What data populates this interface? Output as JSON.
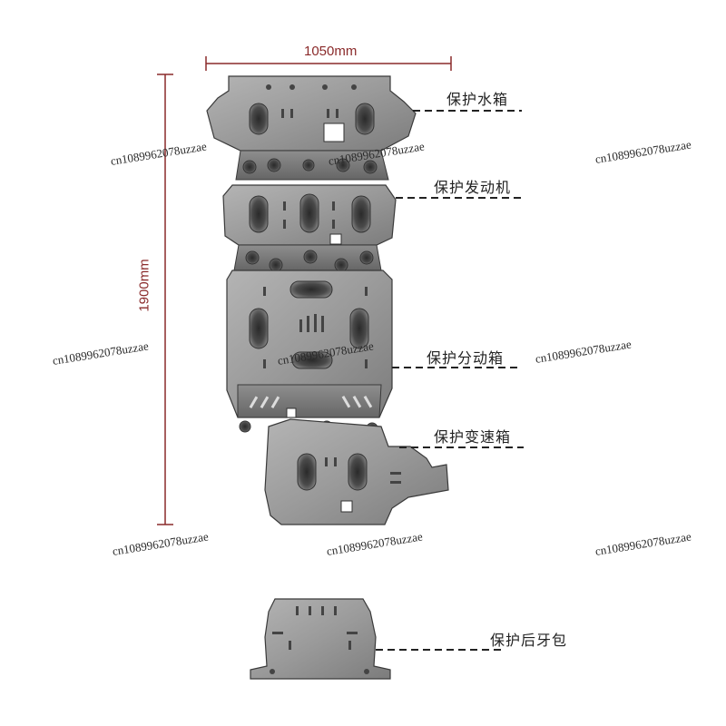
{
  "dimensions": {
    "width_label": "1050mm",
    "height_label": "1900mm",
    "dim_color": "#8a2a2a"
  },
  "parts": [
    {
      "id": "radiator",
      "label": "保护水箱"
    },
    {
      "id": "engine",
      "label": "保护发动机"
    },
    {
      "id": "transfer_case",
      "label": "保护分动箱"
    },
    {
      "id": "transmission",
      "label": "保护变速箱"
    },
    {
      "id": "rear_differential",
      "label": "保护后牙包"
    }
  ],
  "watermark": "cn1089962078uzzae",
  "colors": {
    "plate_light": "#a3a3a3",
    "plate_mid": "#8c8c8c",
    "plate_dark": "#6e6e6e",
    "outline": "#3a3a3a"
  }
}
